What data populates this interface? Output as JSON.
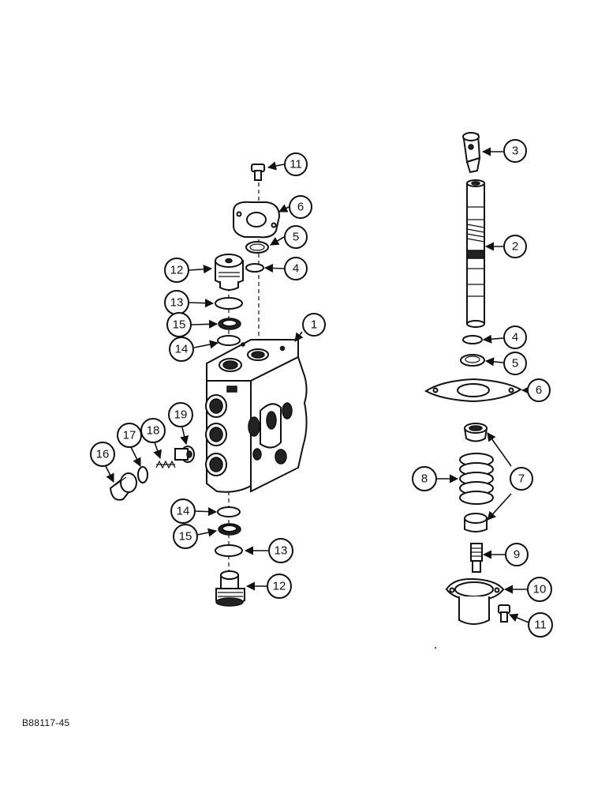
{
  "figure_id": "B88117-45",
  "callouts": [
    "1",
    "2",
    "3",
    "4",
    "5",
    "6",
    "7",
    "8",
    "9",
    "10",
    "11",
    "12",
    "13",
    "14",
    "15",
    "16",
    "17",
    "18",
    "19"
  ],
  "left_assembly": {
    "callout_11": "11",
    "callout_6": "6",
    "callout_5": "5",
    "callout_4": "4",
    "callout_12_top": "12",
    "callout_13_top": "13",
    "callout_15_top": "15",
    "callout_14_top": "14",
    "callout_1": "1",
    "callout_19": "19",
    "callout_18": "18",
    "callout_17": "17",
    "callout_16": "16",
    "callout_14_bottom": "14",
    "callout_15_bottom": "15",
    "callout_13_bottom": "13",
    "callout_12_bottom": "12"
  },
  "right_assembly": {
    "callout_3": "3",
    "callout_2": "2",
    "callout_4": "4",
    "callout_5": "5",
    "callout_6": "6",
    "callout_7": "7",
    "callout_8": "8",
    "callout_9": "9",
    "callout_10": "10",
    "callout_11": "11"
  }
}
